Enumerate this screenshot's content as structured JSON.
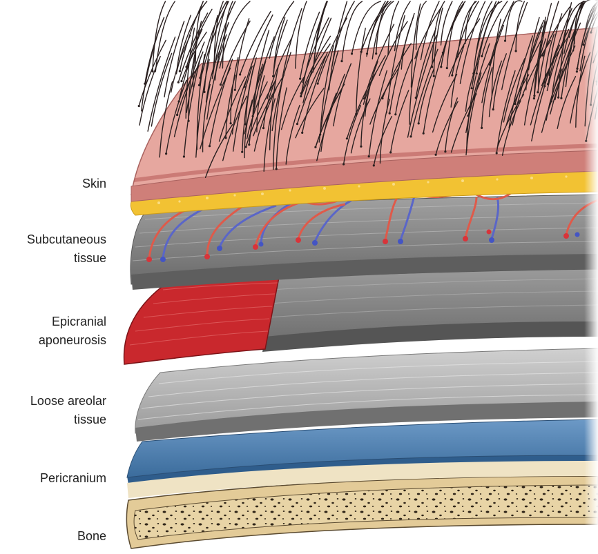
{
  "diagram": {
    "labels": {
      "skin": "Skin",
      "subcutaneous_1": "Subcutaneous",
      "subcutaneous_2": "tissue",
      "epicranial_1": "Epicranial",
      "epicranial_2": "aponeurosis",
      "areolar_1": "Loose areolar",
      "areolar_2": "tissue",
      "pericranium": "Pericranium",
      "bone": "Bone"
    },
    "colors": {
      "skin": "#e8a7a0",
      "skin_dark": "#c9736f",
      "fat": "#f2c233",
      "subcutaneous": "#8a8a8a",
      "muscle": "#c8282e",
      "aponeurosis": "#7c7c7c",
      "areolar": "#b5b5b5",
      "pericranium": "#4f81b1",
      "bone": "#e7d3a6",
      "artery": "#e05040",
      "vein": "#5060c8"
    }
  }
}
